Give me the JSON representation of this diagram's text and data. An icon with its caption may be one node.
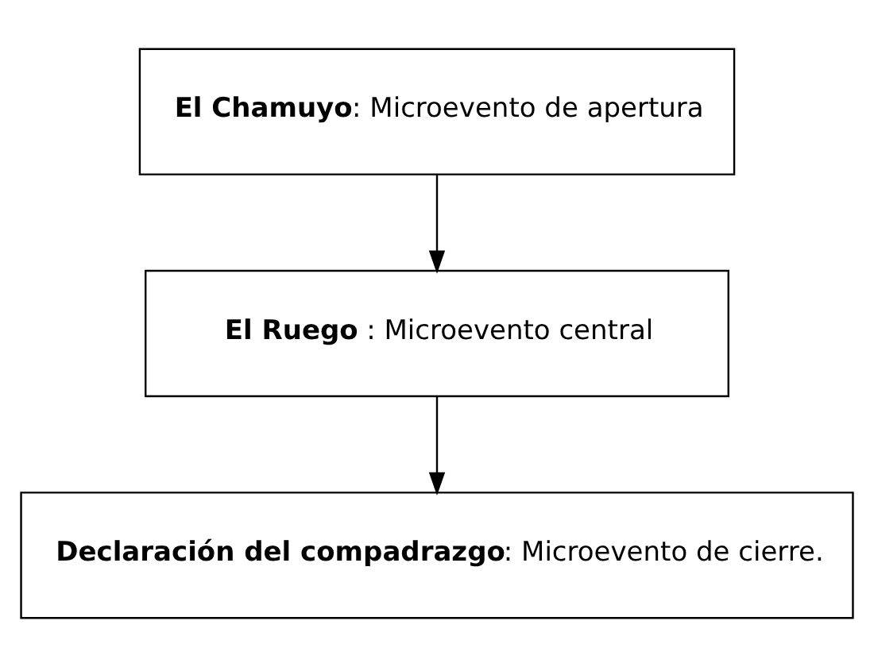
{
  "diagram": {
    "nodes": [
      {
        "text": [
          "**El Chamuyo**: Microevento de apertura"
        ]
      },
      {
        "text": [
          "**El Ruego** : Microevento central"
        ]
      },
      {
        "text": [
          "**Declaración del compadrazgo**: Microevento de cierre."
        ]
      }
    ],
    "edges": [
      {
        "from": 0,
        "to": 1,
        "arrow": "to"
      },
      {
        "from": 1,
        "to": 2,
        "arrow": "to"
      }
    ]
  }
}
